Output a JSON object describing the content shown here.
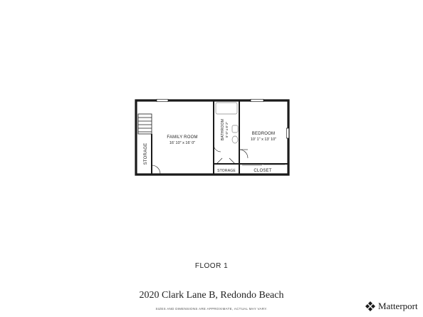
{
  "rooms": {
    "family_room": {
      "label": "FAMILY ROOM",
      "dimensions": "16' 10\" x 16' 0\""
    },
    "bedroom": {
      "label": "BEDROOM",
      "dimensions": "10' 1\" x 13' 10\""
    },
    "bathroom": {
      "label": "BATHROOM",
      "dimensions": "5' 0\" x 8' 2\""
    },
    "storage_left": {
      "label": "STORAGE"
    },
    "storage_small": {
      "label": "STORAGE"
    },
    "closet": {
      "label": "CLOSET"
    }
  },
  "floor_label": "FLOOR 1",
  "address": "2020 Clark Lane B, Redondo Beach",
  "disclaimer": "SIZES AND DIMENSIONS ARE APPROXIMATE, ACTUAL MAY VARY.",
  "brand": {
    "name": "Matterport",
    "icon": "matterport-logo-icon"
  },
  "colors": {
    "wall": "#1a1a1a",
    "background": "#ffffff",
    "fixture": "#888888"
  }
}
